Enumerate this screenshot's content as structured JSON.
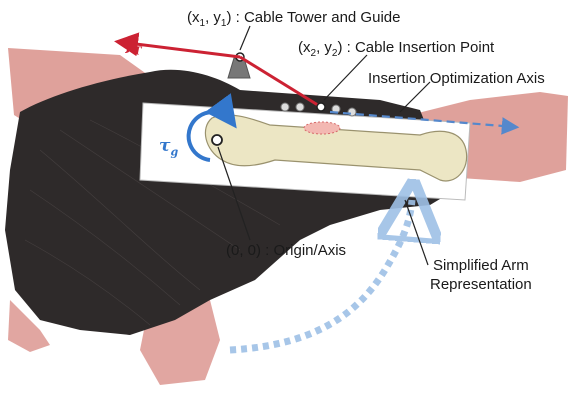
{
  "labels": {
    "cable_tower": {
      "coord_x": "x",
      "sub1": "1",
      "coord_sep": ", y",
      "sub2": "1",
      "text": ") : Cable Tower and Guide"
    },
    "insertion_point": {
      "coord_x": "x",
      "sub1": "2",
      "coord_sep": ", y",
      "sub2": "2",
      "text": ") : Cable Insertion Point"
    },
    "optimization_axis": "Insertion Optimization Axis",
    "origin": "(0, 0) : Origin/Axis",
    "arm_line1": "Simplified Arm",
    "arm_line2": "Representation",
    "force_symbol": "f",
    "force_sub": "T",
    "torque_symbol": "τ",
    "torque_sub": "g"
  },
  "colors": {
    "force_arrow": "#cc2233",
    "torque_arc": "#3377cc",
    "axis_arrow": "#5588cc",
    "rotation_arrow": "#9ec0e6",
    "torso": "#2e2a2a",
    "muscle": "#d9908a",
    "bone": "#ece6c4"
  }
}
